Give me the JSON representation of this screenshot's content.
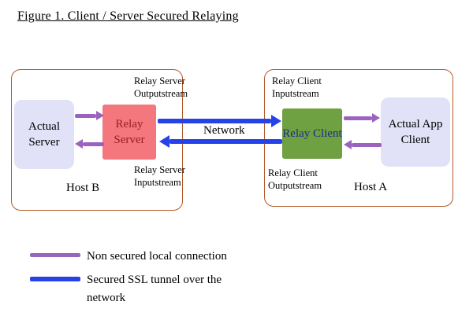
{
  "title": "Figure 1. Client / Server Secured Relaying",
  "hostB": {
    "label": "Host B",
    "actual_server_label": "Actual Server",
    "relay_server_label": "Relay Server",
    "outputstream_label": "Relay Server\nOutputstream",
    "inputstream_label": "Relay Server\nInputstream"
  },
  "hostA": {
    "label": "Host A",
    "relay_client_label": "Relay Client",
    "actual_app_client_label": "Actual App Client",
    "inputstream_label": "Relay Client\nInputstream",
    "outputstream_label": "Relay Client\nOutputstream"
  },
  "network_label": "Network",
  "legend": {
    "non_secured_label": "Non secured local connection",
    "secured_label": "Secured SSL tunnel over the network"
  },
  "colors": {
    "purple_arrow": "#9a63c0",
    "blue_arrow": "#2442e8",
    "relay_server_fill": "#f4777e",
    "relay_server_text": "#9b1c1c",
    "relay_client_fill": "#6fa042",
    "relay_client_text": "#1b2f8a",
    "module_fill": "#e1e1f7",
    "host_border": "#b35a2a"
  }
}
